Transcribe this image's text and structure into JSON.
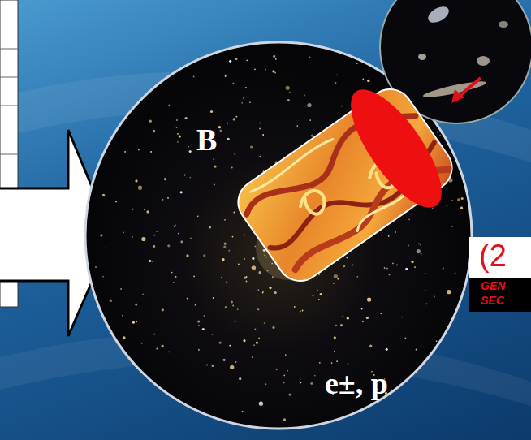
{
  "diagram": {
    "labels": [
      "B",
      "e±, p",
      "(2",
      "GEN",
      "SEC"
    ]
  }
}
